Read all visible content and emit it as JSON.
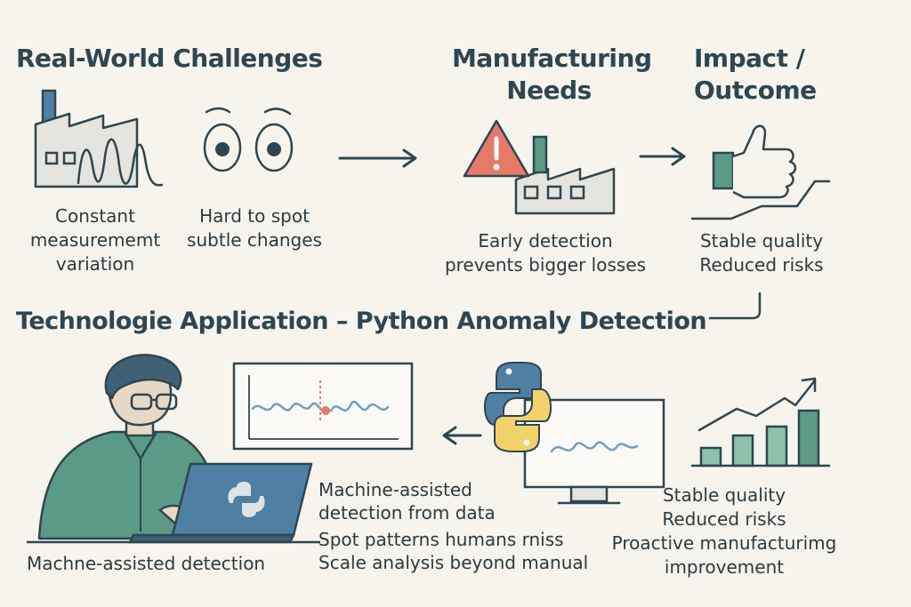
{
  "colors": {
    "ink": "#2f4650",
    "teal": "#5a9a86",
    "teal_light": "#8ec2ad",
    "sky": "#6f9fc4",
    "warning": "#e57a68",
    "python_blue": "#4f7fa3",
    "python_yellow": "#f2d26b",
    "background": "#f7f4ee"
  },
  "sections": {
    "challenges": {
      "title": "Real-World Challenges",
      "items": [
        {
          "icon": "factory-wave-icon",
          "caption_lines": [
            "Constant",
            "measurememt",
            "variation"
          ]
        },
        {
          "icon": "eyes-icon",
          "caption_lines": [
            "Hard to spot",
            "subtle changes"
          ]
        }
      ]
    },
    "needs": {
      "title_lines": [
        "Manufacturing",
        "Needs"
      ],
      "icon": "warning-factory-icon",
      "caption_lines": [
        "Early detection",
        "prevents bigger losses"
      ]
    },
    "impact": {
      "title_lines": [
        "Impact /",
        "Outcome"
      ],
      "icon": "thumbs-up-icon",
      "caption_lines": [
        "Stable quality",
        "Reduced risks"
      ]
    },
    "technology": {
      "title": "Technologie Application – Python Anomaly Detection",
      "person_caption": "Machne-assisted detection",
      "middle_lines": [
        "Machine-assisted",
        "detection from data",
        "Spot patterns humans rniss",
        "Scale analysis beyond manual"
      ],
      "outcome_lines": [
        "Stable quality",
        "Reduced risks",
        "Proactive manufacturimg",
        "improvement"
      ]
    }
  }
}
